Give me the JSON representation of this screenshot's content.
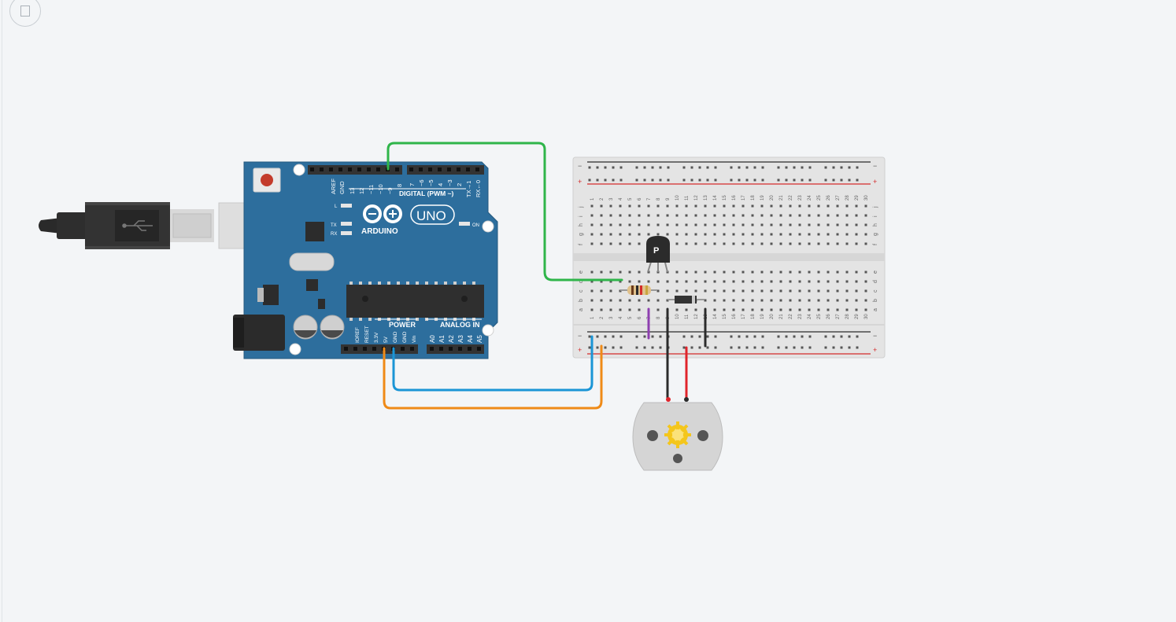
{
  "toolbar": {
    "fit_icon": "fit-to-view-icon"
  },
  "arduino": {
    "brand": "ARDUINO",
    "model": "UNO",
    "digital_header_label": "DIGITAL (PWM ~)",
    "digital_pins": [
      "AREF",
      "GND",
      "13",
      "12",
      "~11",
      "~10",
      "~9",
      "8",
      "7",
      "~6",
      "~5",
      "4",
      "~3",
      "2",
      "TX→1",
      "RX←0"
    ],
    "power_label": "POWER",
    "power_pins": [
      "IOREF",
      "RESET",
      "3.3V",
      "5V",
      "GND",
      "GND",
      "Vin"
    ],
    "analog_label": "ANALOG IN",
    "analog_pins": [
      "A0",
      "A1",
      "A2",
      "A3",
      "A4",
      "A5"
    ],
    "led_l": "L",
    "led_tx": "TX",
    "led_rx": "RX",
    "led_on": "ON"
  },
  "breadboard": {
    "columns": [
      "1",
      "2",
      "3",
      "4",
      "5",
      "6",
      "7",
      "8",
      "9",
      "10",
      "11",
      "12",
      "13",
      "14",
      "15",
      "16",
      "17",
      "18",
      "19",
      "20",
      "21",
      "22",
      "23",
      "24",
      "25",
      "26",
      "27",
      "28",
      "29",
      "30"
    ],
    "rows_top": [
      "j",
      "i",
      "h",
      "g",
      "f"
    ],
    "rows_bottom": [
      "e",
      "d",
      "c",
      "b",
      "a"
    ],
    "rail_minus": "−",
    "rail_plus": "+"
  },
  "transistor": {
    "label": "P"
  },
  "wires": {
    "pin9": "#2fb54a",
    "gnd": "#1a95d6",
    "v5": "#ef8a17",
    "jumper": "#8e3fb0",
    "black": "#2b2b2b",
    "red": "#e0242b"
  },
  "motor": {
    "icon": "dc-motor-icon"
  }
}
